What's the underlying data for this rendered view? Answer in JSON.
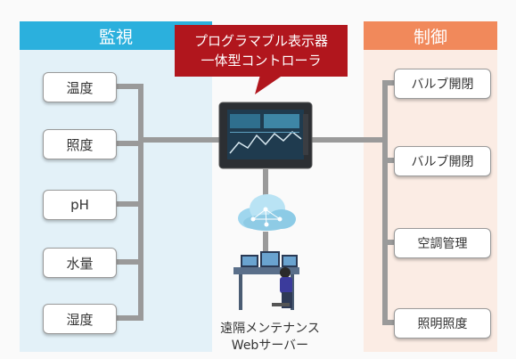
{
  "monitor": {
    "heading": "監視",
    "items": [
      "温度",
      "照度",
      "pH",
      "水量",
      "湿度"
    ]
  },
  "control": {
    "heading": "制御",
    "items": [
      "バルブ開閉",
      "バルブ開閉",
      "空調管理",
      "照明照度"
    ]
  },
  "controller": {
    "line1": "プログラマブル表示器",
    "line2": "一体型コントローラ"
  },
  "server": {
    "line1": "遠隔メンテナンス",
    "line2": "Webサーバー"
  },
  "colors": {
    "monitor_accent": "#2bb0dd",
    "control_accent": "#f1895b",
    "callout": "#b1161d",
    "connector": "#9a9a9a"
  },
  "icons": [
    "display-controller-icon",
    "cloud-network-icon",
    "operator-workstation-icon"
  ]
}
